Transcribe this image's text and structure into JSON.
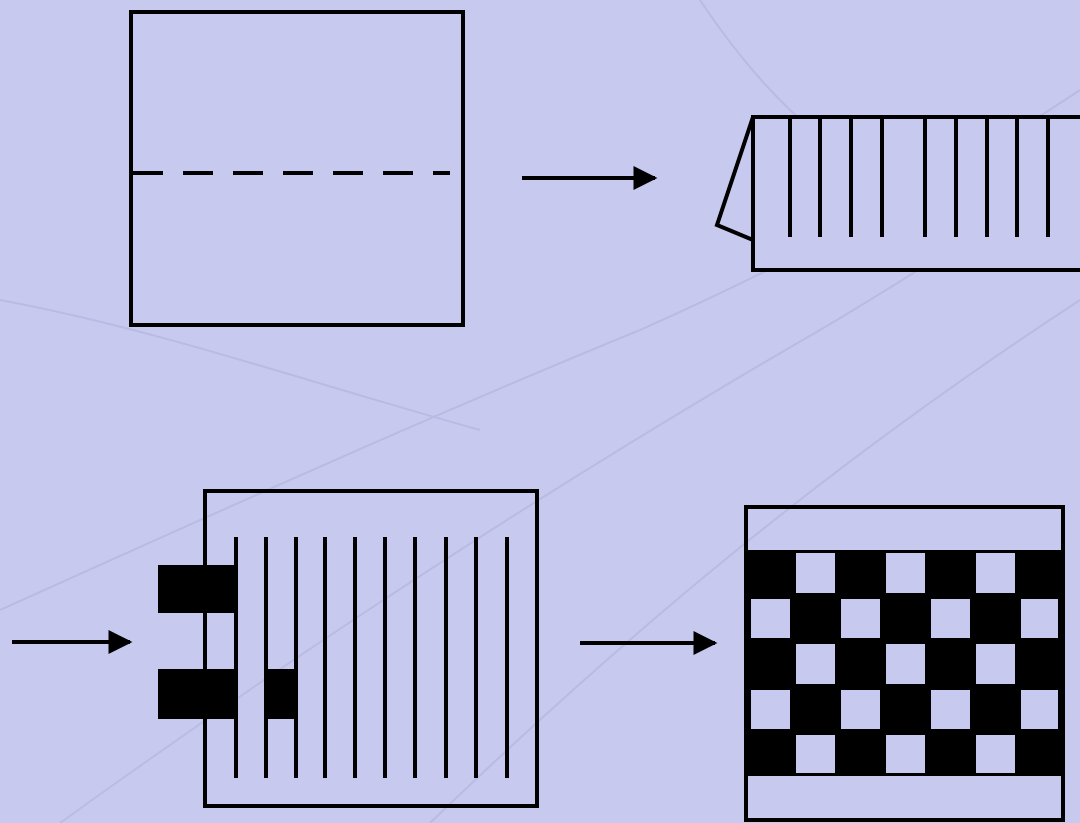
{
  "colors": {
    "background": "#c7c9ef",
    "crease": "#b4b6e0",
    "ink": "#000000",
    "paper": "#c7c9ef"
  },
  "steps": [
    {
      "id": "step-1",
      "description": ""
    },
    {
      "id": "step-2",
      "description": ""
    },
    {
      "id": "step-3",
      "description": ""
    },
    {
      "id": "step-4",
      "description": ""
    }
  ],
  "weave": {
    "rows": 5,
    "cols": 7
  }
}
